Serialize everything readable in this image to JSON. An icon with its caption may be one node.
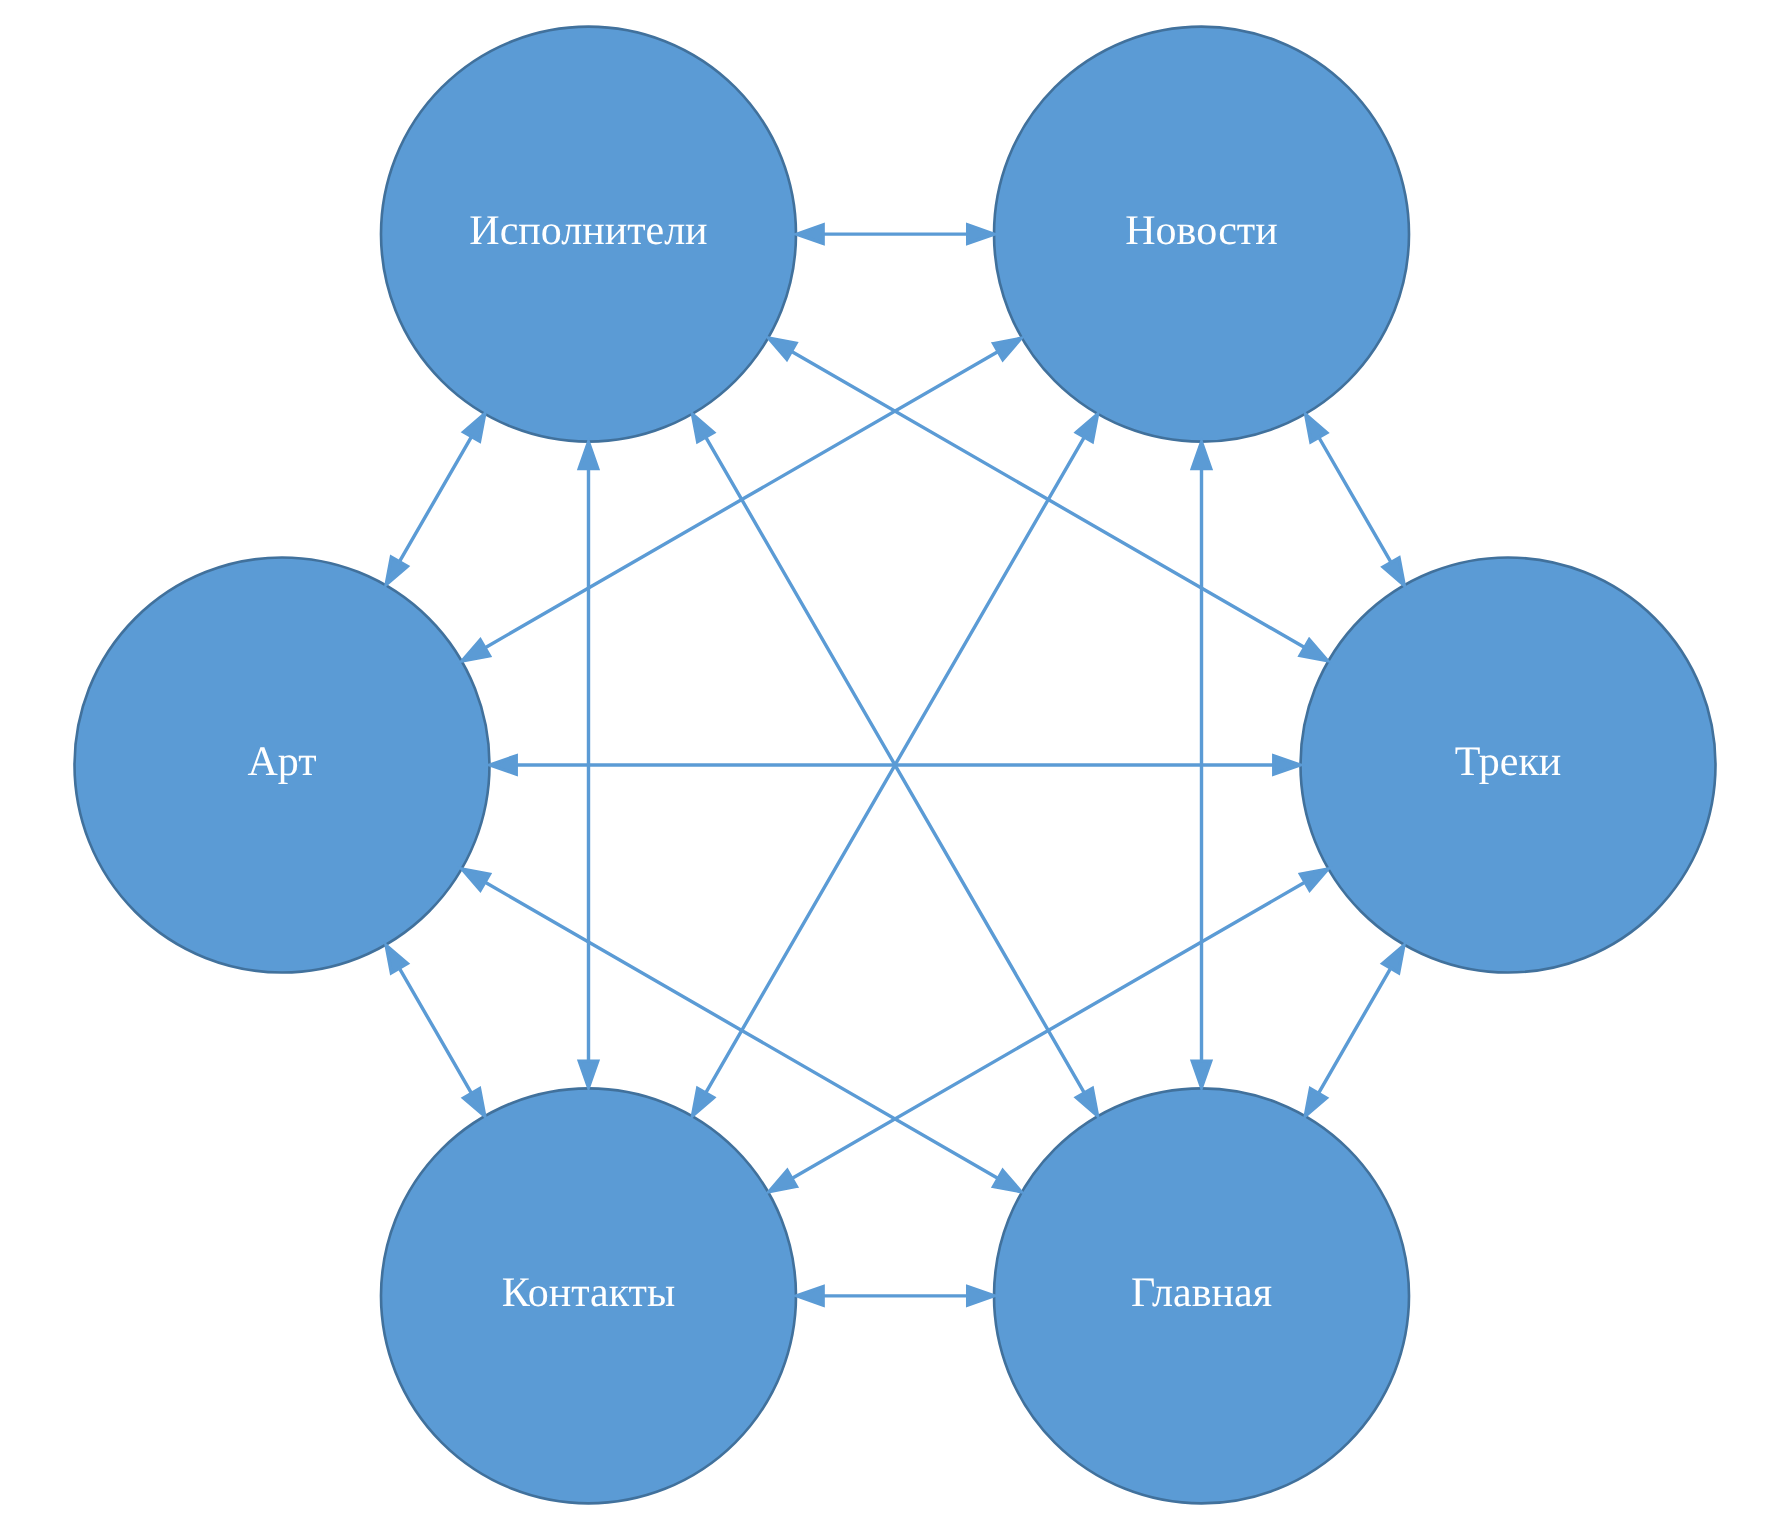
{
  "diagram": {
    "nodes": [
      {
        "text": [
          "Главная"
        ]
      },
      {
        "text": [
          "Контакты"
        ]
      },
      {
        "text": [
          "Треки"
        ]
      },
      {
        "text": [
          "Новости"
        ]
      },
      {
        "text": [
          "Арт"
        ]
      },
      {
        "text": [
          "Исполнители"
        ]
      }
    ],
    "edges": [
      {
        "from": 0,
        "to": 1,
        "arrow": "both"
      },
      {
        "from": 0,
        "to": 2,
        "arrow": "both"
      },
      {
        "from": 1,
        "to": 2,
        "arrow": "both"
      },
      {
        "from": 1,
        "to": 3,
        "arrow": "both"
      },
      {
        "from": 2,
        "to": 4,
        "arrow": "both"
      },
      {
        "from": 3,
        "to": 4,
        "arrow": "both"
      },
      {
        "from": 3,
        "to": 5,
        "arrow": "both"
      },
      {
        "from": 5,
        "to": 4,
        "arrow": "both"
      },
      {
        "from": 0,
        "to": 5,
        "arrow": "both"
      },
      {
        "from": 0,
        "to": 3,
        "arrow": "both"
      },
      {
        "from": 0,
        "to": 4,
        "arrow": "both"
      },
      {
        "from": 1,
        "to": 4,
        "arrow": "both"
      },
      {
        "from": 2,
        "to": 3,
        "arrow": "both"
      },
      {
        "from": 1,
        "to": 5,
        "arrow": "both"
      },
      {
        "from": 2,
        "to": 5,
        "arrow": "both"
      }
    ]
  }
}
